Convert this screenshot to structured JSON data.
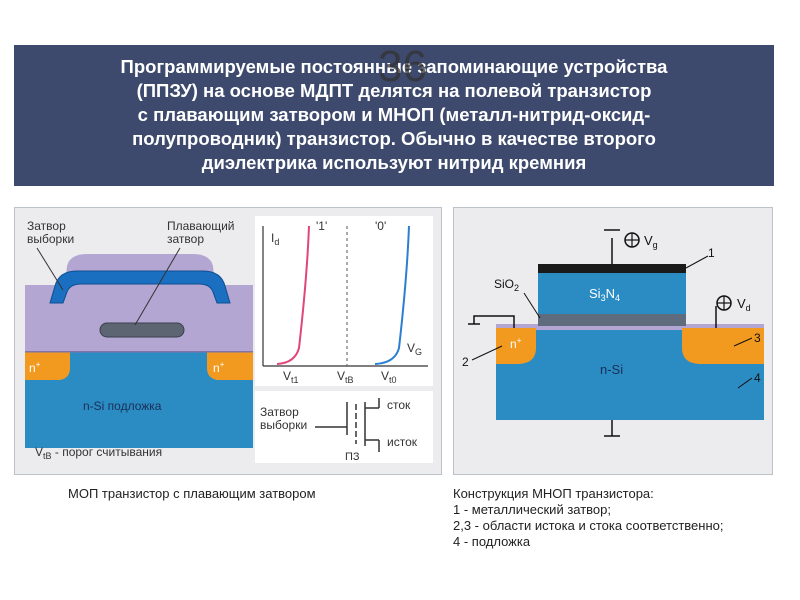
{
  "slide": {
    "number": "36",
    "title_lines": [
      "Программируемые постоянные запоминающие устройства",
      "(ППЗУ) на основе МДПТ делятся на полевой транзистор",
      "с плавающим затвором и МНОП (металл-нитрид-оксид-",
      "полупроводник) транзистор. Обычно в качестве второго",
      "диэлектрика используют нитрид кремния"
    ]
  },
  "left_diagram": {
    "label_select_gate": [
      "Затвор",
      "выборки"
    ],
    "label_floating_gate": [
      "Плавающий",
      "затвор"
    ],
    "n_plus": "n",
    "plus_sup": "+",
    "substrate": "n-Si подложка",
    "threshold_sym": "V",
    "threshold_sub": "tB",
    "threshold_text": " - порог считывания",
    "caption": "МОП транзистор с плавающим затвором"
  },
  "chart": {
    "ylabel_sym": "I",
    "ylabel_sub": "d",
    "xlabel_sym": "V",
    "xlabel_sub": "G",
    "state_one": "'1'",
    "state_zero": "'0'",
    "ticks": [
      {
        "sym": "V",
        "sub": "t1"
      },
      {
        "sym": "V",
        "sub": "tB"
      },
      {
        "sym": "V",
        "sub": "t0"
      }
    ]
  },
  "symbol": {
    "gate_label": [
      "Затвор",
      "выборки"
    ],
    "drain": "сток",
    "source": "исток",
    "fg": "ПЗ"
  },
  "right_diagram": {
    "vg_sym": "V",
    "vg_sub": "g",
    "vd_sym": "V",
    "vd_sub": "d",
    "si3n4_a": "Si",
    "si3n4_b": "3",
    "si3n4_c": "N",
    "si3n4_d": "4",
    "sio2_a": "SiO",
    "sio2_b": "2",
    "n_plus": "n",
    "plus_sup": "+",
    "nsi": "n-Si",
    "num1": "1",
    "num2": "2",
    "num3": "3",
    "num4": "4",
    "caption_lines": [
      "Конструкция МНОП транзистора:",
      "1 - металлический затвор;",
      "2,3 - области истока и стока соответственно;",
      "4 - подложка"
    ]
  },
  "colors": {
    "header_bg": "#3d4a6d",
    "substrate_blue": "#2b8cc4",
    "gate_blue": "#1a6fc1",
    "oxide_purple": "#b3a6d2",
    "n_plus_orange": "#f29a1f",
    "curve_pink": "#e0457b",
    "curve_blue": "#2a7fd0"
  }
}
